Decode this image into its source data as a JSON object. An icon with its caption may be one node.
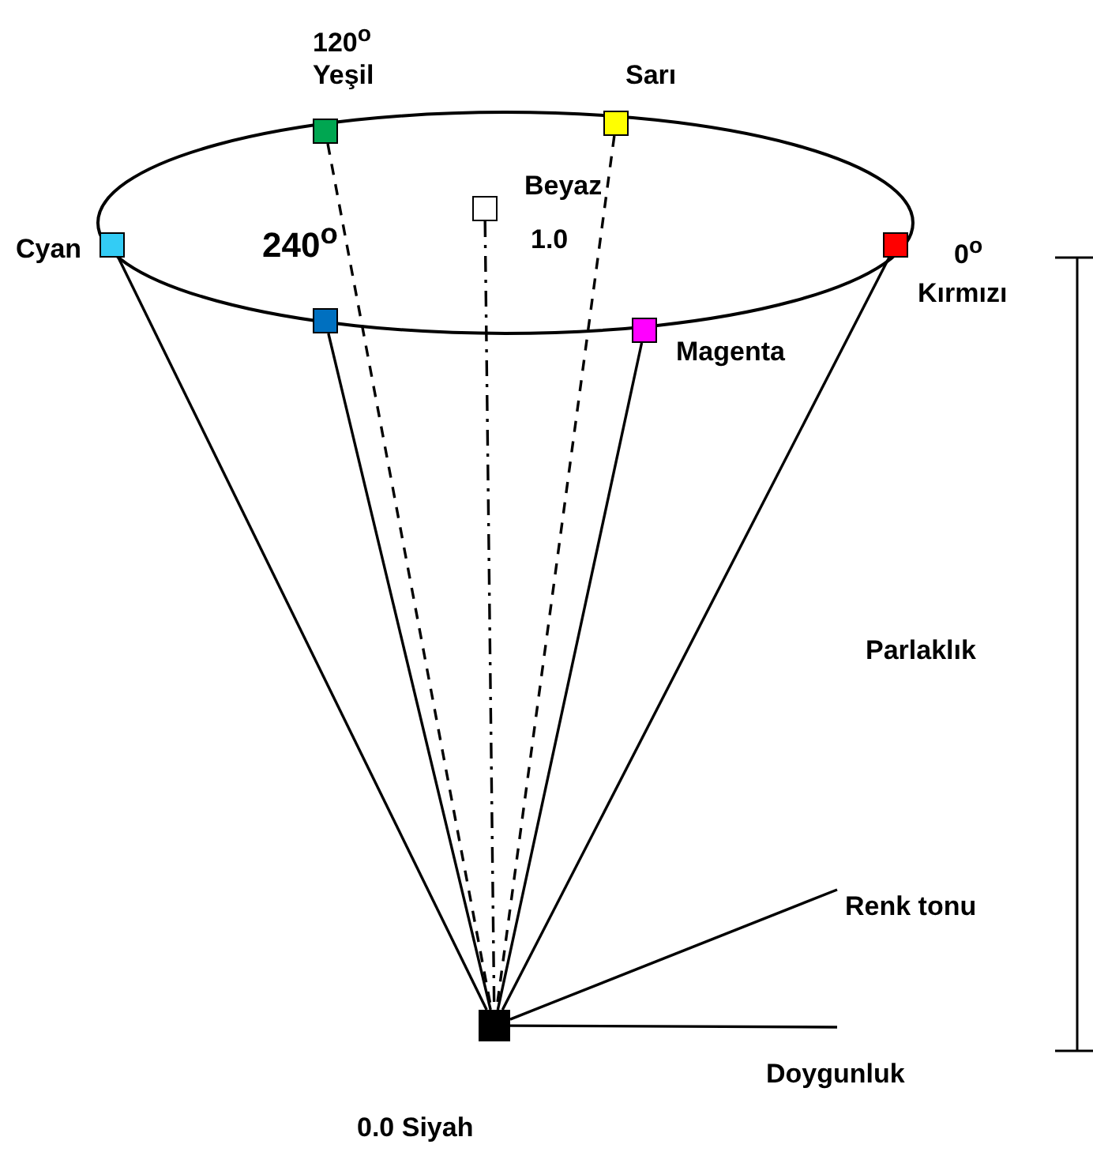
{
  "diagram": {
    "nodes": [
      {
        "text": [],
        "shape": "box",
        "beside": [
          "120$^{o}$",
          "Yeşil"
        ]
      },
      {
        "text": [],
        "shape": "box",
        "beside": [
          "Sarı"
        ]
      },
      {
        "text": [],
        "shape": "box",
        "beside": [
          "Beyaz",
          "1.0"
        ]
      },
      {
        "text": [],
        "shape": "box",
        "beside": [
          "Cyan"
        ]
      },
      {
        "text": [],
        "shape": "box",
        "beside": [
          "0$^{o}$",
          "Kırmızı"
        ]
      },
      {
        "text": [],
        "shape": "box"
      },
      {
        "text": [],
        "shape": "box",
        "beside": [
          "Magenta"
        ]
      },
      {
        "text": [],
        "shape": "box",
        "beside": [
          "0.0 Siyah"
        ]
      },
      {
        "text": [
          "Renk tonu"
        ]
      },
      {
        "text": [
          "Doygunluk"
        ]
      }
    ],
    "edges": [
      {
        "from": 3,
        "to": 7,
        "arrow": "none"
      },
      {
        "from": 5,
        "to": 7,
        "arrow": "none"
      },
      {
        "from": 0,
        "to": 7,
        "arrow": "none",
        "style": "dashed"
      },
      {
        "from": 2,
        "to": 7,
        "arrow": "none",
        "style": "dashed"
      },
      {
        "from": 1,
        "to": 7,
        "arrow": "none",
        "style": "dashed"
      },
      {
        "from": 6,
        "to": 7,
        "arrow": "none"
      },
      {
        "from": 4,
        "to": 7,
        "arrow": "none"
      },
      {
        "from": 7,
        "to": 8,
        "arrow": "none"
      },
      {
        "from": 7,
        "to": 9,
        "arrow": "none"
      }
    ],
    "labels": [
      "240$^{o}$",
      "Parlaklık"
    ]
  }
}
